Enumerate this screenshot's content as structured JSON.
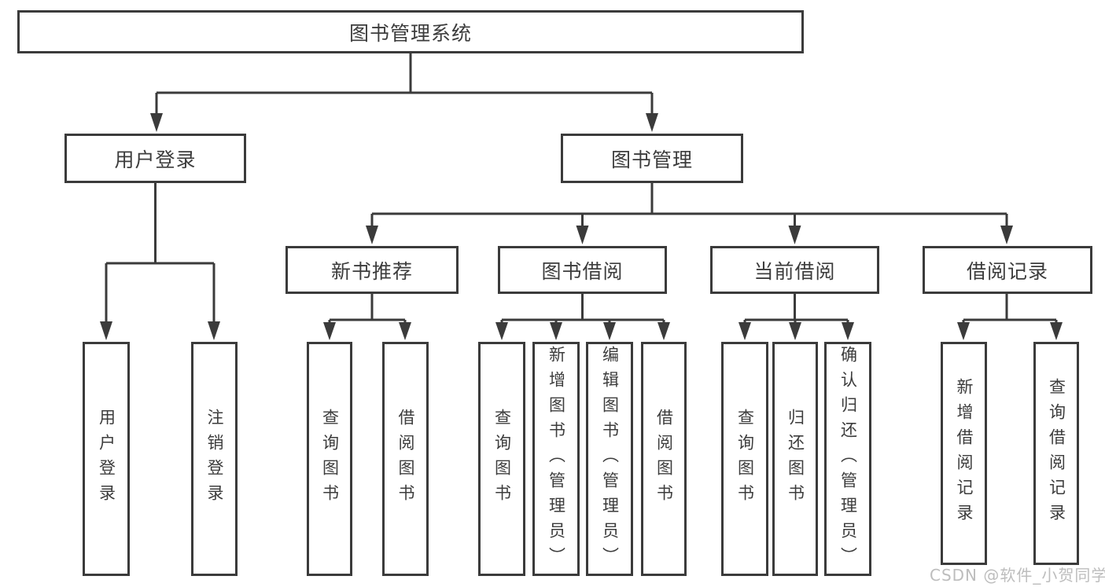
{
  "diagram_type": "hierarchy-flowchart",
  "tree": {
    "label": "图书管理系统",
    "children": [
      {
        "label": "用户登录",
        "children": [
          {
            "label": "用户登录"
          },
          {
            "label": "注销登录"
          }
        ]
      },
      {
        "label": "图书管理",
        "children": [
          {
            "label": "新书推荐",
            "children": [
              {
                "label": "查询图书"
              },
              {
                "label": "借阅图书"
              }
            ]
          },
          {
            "label": "图书借阅",
            "children": [
              {
                "label": "查询图书"
              },
              {
                "label": "新增图书（管理员）"
              },
              {
                "label": "编辑图书（管理员）"
              },
              {
                "label": "借阅图书"
              }
            ]
          },
          {
            "label": "当前借阅",
            "children": [
              {
                "label": "查询图书"
              },
              {
                "label": "归还图书"
              },
              {
                "label": "确认归还（管理员）"
              }
            ]
          },
          {
            "label": "借阅记录",
            "children": [
              {
                "label": "新增借阅记录"
              },
              {
                "label": "查询借阅记录"
              }
            ]
          }
        ]
      }
    ]
  },
  "watermark": {
    "text": "CSDN @软件_小贺同学"
  },
  "colors": {
    "line": "#3b3b3b",
    "box_border": "#3b3b3b",
    "text": "#3c3c3c",
    "watermark": "#bdbdbd",
    "background": "#ffffff"
  }
}
